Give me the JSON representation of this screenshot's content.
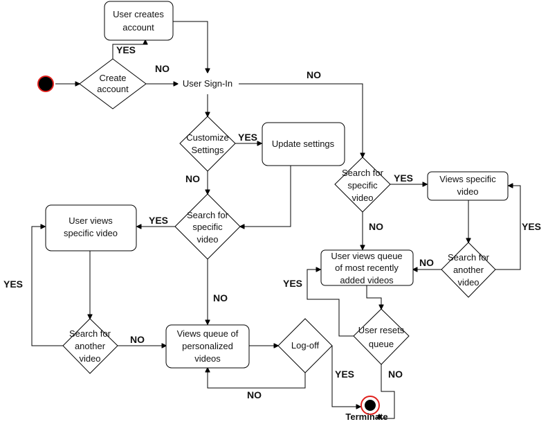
{
  "nodes": [
    {
      "id": "start",
      "type": "start"
    },
    {
      "id": "create_account",
      "type": "decision",
      "lines": [
        "Create",
        "account"
      ]
    },
    {
      "id": "user_creates",
      "type": "process",
      "lines": [
        "User creates",
        "account"
      ]
    },
    {
      "id": "signin",
      "type": "plain",
      "lines": [
        "User Sign-In"
      ]
    },
    {
      "id": "customize",
      "type": "decision",
      "lines": [
        "Customize",
        "Settings"
      ]
    },
    {
      "id": "update_settings",
      "type": "process",
      "lines": [
        "Update settings"
      ]
    },
    {
      "id": "search_left",
      "type": "decision",
      "lines": [
        "Search for",
        "specific",
        "video"
      ]
    },
    {
      "id": "views_left",
      "type": "process",
      "lines": [
        "User views",
        "specific video"
      ]
    },
    {
      "id": "another_left",
      "type": "decision",
      "lines": [
        "Search for",
        "another",
        "video"
      ]
    },
    {
      "id": "personalized",
      "type": "process",
      "lines": [
        "Views queue of",
        "personalized",
        "videos"
      ]
    },
    {
      "id": "logoff",
      "type": "decision",
      "lines": [
        "Log-off"
      ]
    },
    {
      "id": "search_right",
      "type": "decision",
      "lines": [
        "Search for",
        "specific",
        "video"
      ]
    },
    {
      "id": "views_right",
      "type": "process",
      "lines": [
        "Views specific",
        "video"
      ]
    },
    {
      "id": "another_right",
      "type": "decision",
      "lines": [
        "Search for",
        "another",
        "video"
      ]
    },
    {
      "id": "recent_queue",
      "type": "process",
      "lines": [
        "User views queue",
        "of most recently",
        "added videos"
      ]
    },
    {
      "id": "resets",
      "type": "decision",
      "lines": [
        "User resets",
        "queue"
      ]
    },
    {
      "id": "terminate",
      "type": "end",
      "lines": [
        "Terminate"
      ]
    }
  ],
  "edges": [
    {
      "from": "start",
      "to": "create_account",
      "label": ""
    },
    {
      "from": "create_account",
      "to": "user_creates",
      "label": "YES"
    },
    {
      "from": "create_account",
      "to": "signin",
      "label": "NO"
    },
    {
      "from": "user_creates",
      "to": "signin",
      "label": ""
    },
    {
      "from": "signin",
      "to": "customize",
      "label": ""
    },
    {
      "from": "signin",
      "to": "search_right",
      "label": "NO"
    },
    {
      "from": "customize",
      "to": "update_settings",
      "label": "YES"
    },
    {
      "from": "customize",
      "to": "search_left",
      "label": "NO"
    },
    {
      "from": "update_settings",
      "to": "search_left",
      "label": ""
    },
    {
      "from": "search_left",
      "to": "views_left",
      "label": "YES"
    },
    {
      "from": "search_left",
      "to": "personalized",
      "label": "NO"
    },
    {
      "from": "views_left",
      "to": "another_left",
      "label": ""
    },
    {
      "from": "another_left",
      "to": "views_left",
      "label": "YES"
    },
    {
      "from": "another_left",
      "to": "personalized",
      "label": "NO"
    },
    {
      "from": "personalized",
      "to": "logoff",
      "label": ""
    },
    {
      "from": "logoff",
      "to": "personalized",
      "label": "NO"
    },
    {
      "from": "logoff",
      "to": "terminate",
      "label": "YES"
    },
    {
      "from": "search_right",
      "to": "views_right",
      "label": "YES"
    },
    {
      "from": "search_right",
      "to": "recent_queue",
      "label": "NO"
    },
    {
      "from": "views_right",
      "to": "another_right",
      "label": ""
    },
    {
      "from": "another_right",
      "to": "views_right",
      "label": "YES"
    },
    {
      "from": "another_right",
      "to": "recent_queue",
      "label": "NO"
    },
    {
      "from": "recent_queue",
      "to": "resets",
      "label": ""
    },
    {
      "from": "resets",
      "to": "recent_queue",
      "label": "YES"
    },
    {
      "from": "resets",
      "to": "terminate",
      "label": "NO"
    }
  ]
}
